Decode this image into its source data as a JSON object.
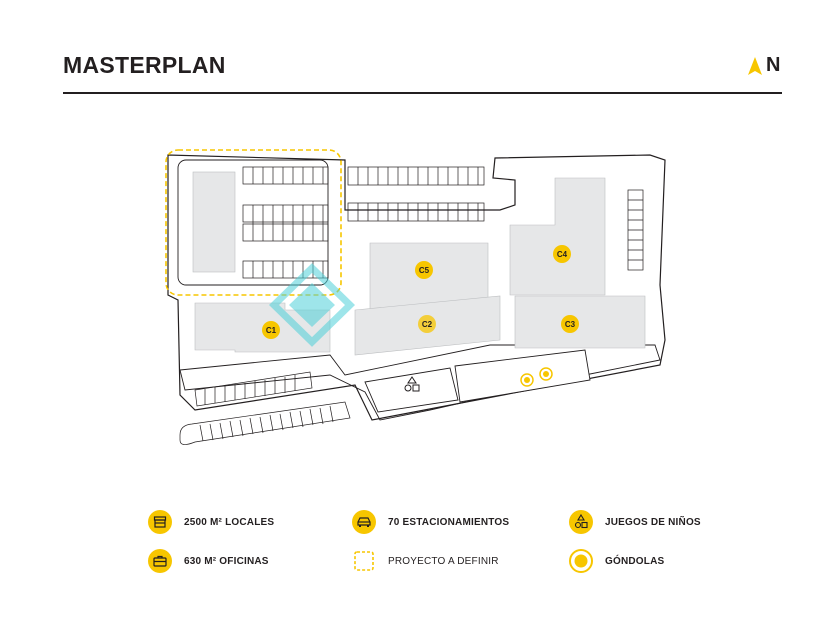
{
  "header": {
    "title": "MASTERPLAN",
    "north_label": "N"
  },
  "map": {
    "buildings": [
      {
        "id": "c1",
        "label": "C1"
      },
      {
        "id": "c2",
        "label": "C2"
      },
      {
        "id": "c3",
        "label": "C3"
      },
      {
        "id": "c4",
        "label": "C4"
      },
      {
        "id": "c5",
        "label": "C5"
      }
    ],
    "accent_color": "#f7c600",
    "line_color": "#231f20",
    "building_fill": "#e6e7e8",
    "watermark_color": "#4fd1d9"
  },
  "legend": {
    "locales": "2500 M² LOCALES",
    "oficinas": "630 M² OFICINAS",
    "estacionamientos": "70 ESTACIONAMIENTOS",
    "proyecto": "PROYECTO A DEFINIR",
    "juegos": "JUEGOS DE NIÑOS",
    "gondolas": "GÓNDOLAS"
  }
}
